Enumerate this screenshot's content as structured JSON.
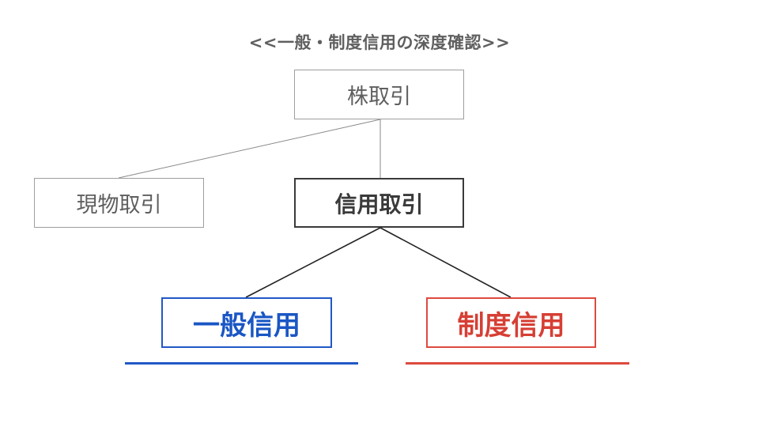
{
  "title": "<<一般・制度信用の深度確認>>",
  "nodes": {
    "root": "株取引",
    "spot": "現物取引",
    "margin": "信用取引",
    "general": "一般信用",
    "system": "制度信用"
  },
  "colors": {
    "general": "#1a56c4",
    "system": "#d63f34",
    "border_default": "#9e9e9e",
    "border_emphasis": "#3a3a3a",
    "text_muted": "#5f5f5f"
  }
}
